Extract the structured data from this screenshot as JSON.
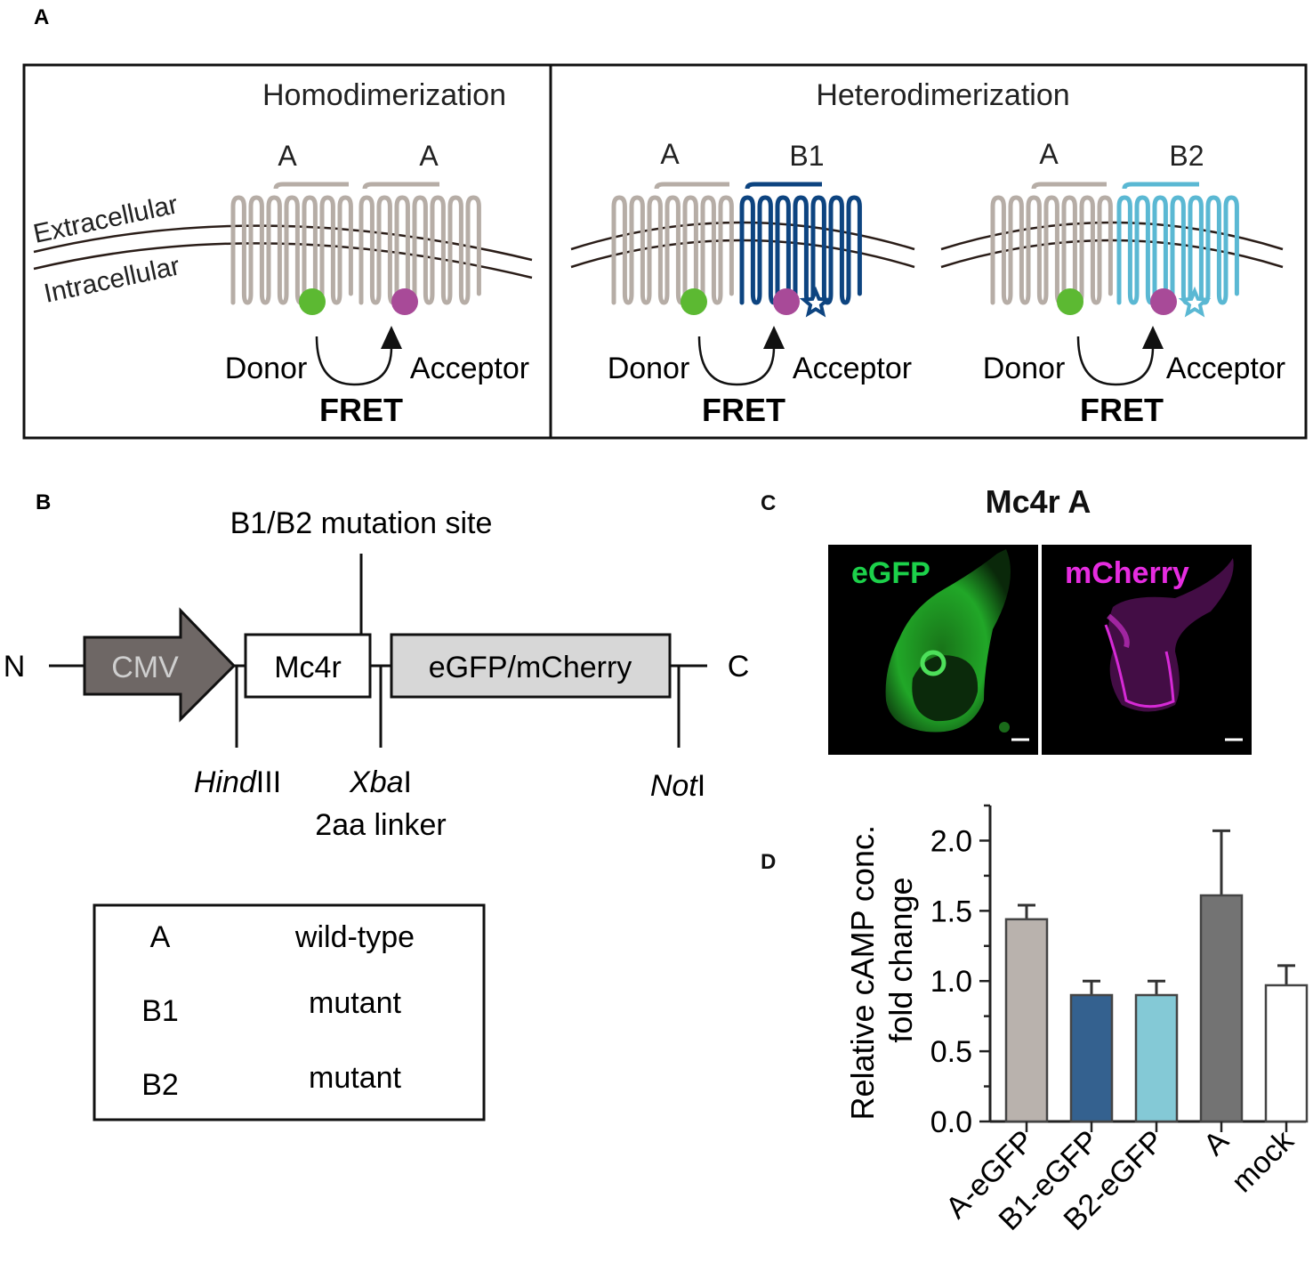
{
  "panel_a": {
    "letter": "A",
    "homo_title": "Homodimerization",
    "hetero_title": "Heterodimerization",
    "extracellular": "Extracellular",
    "intracellular": "Intracellular",
    "labels": {
      "a": "A",
      "b1": "B1",
      "b2": "B2"
    },
    "donor": "Donor",
    "acceptor": "Acceptor",
    "fret": "FRET",
    "colors": {
      "wt": "#b6ada6",
      "b1": "#0d4480",
      "b2": "#5ab8d3",
      "donor": "#5cb932",
      "acceptor": "#a84a98"
    }
  },
  "panel_b": {
    "letter": "B",
    "mutation_site": "B1/B2 mutation site",
    "n_term": "N",
    "c_term": "C",
    "cmv": "CMV",
    "mc4r": "Mc4r",
    "fp": "eGFP/mCherry",
    "hind_italic": "Hind",
    "hind_rest": "III",
    "xba_italic": "Xba",
    "xba_rest": "I",
    "linker": "2aa linker",
    "not_italic": "Not",
    "not_rest": "I",
    "legend": [
      {
        "code": "A",
        "desc": "wild-type"
      },
      {
        "code": "B1",
        "desc": "mutant"
      },
      {
        "code": "B2",
        "desc": "mutant"
      }
    ]
  },
  "panel_c": {
    "letter": "C",
    "title": "Mc4r A",
    "egfp": "eGFP",
    "mcherry": "mCherry",
    "egfp_color": "#1cd14a",
    "mcherry_color": "#e62ce0"
  },
  "panel_d": {
    "letter": "D"
  },
  "chart_data": {
    "type": "bar",
    "ylabel": "Relative cAMP conc.",
    "ylabel2": "fold change",
    "ylim": [
      0,
      2.25
    ],
    "yticks": [
      "0.0",
      "0.5",
      "1.0",
      "1.5",
      "2.0"
    ],
    "categories": [
      "A-eGFP",
      "B1-eGFP",
      "B2-eGFP",
      "A",
      "mock"
    ],
    "values": [
      1.44,
      0.9,
      0.9,
      1.61,
      0.97
    ],
    "errors": [
      0.1,
      0.1,
      0.1,
      0.46,
      0.14
    ],
    "colors": [
      "#b9b2ad",
      "#34618f",
      "#84c9d6",
      "#737373",
      "#ffffff"
    ]
  }
}
